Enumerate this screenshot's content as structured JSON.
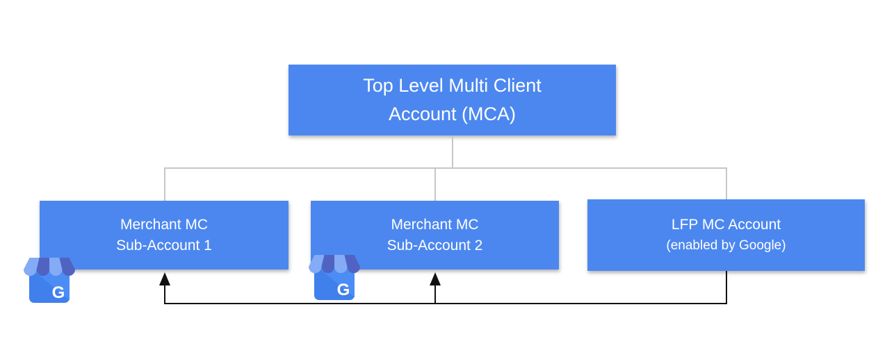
{
  "diagram": {
    "nodes": {
      "root": {
        "line1": "Top Level Multi Client",
        "line2": "Account (MCA)"
      },
      "sub1": {
        "line1": "Merchant MC",
        "line2": "Sub-Account 1"
      },
      "sub2": {
        "line1": "Merchant MC",
        "line2": "Sub-Account 2"
      },
      "lfp": {
        "line1": "LFP MC Account",
        "line2": "(enabled by Google)"
      }
    },
    "edges": {
      "tree": [
        "root->sub1",
        "root->sub2",
        "root->lfp"
      ],
      "feedback": [
        "lfp->sub1",
        "lfp->sub2"
      ]
    },
    "icons": {
      "business_icon_name": "google-my-business-icon",
      "business_letter": "G"
    },
    "colors": {
      "node_fill": "#4c87f0",
      "node_text": "#ffffff",
      "tree_line": "#c6c6c6",
      "feedback_line": "#111111",
      "icon_body": "#4080ec",
      "icon_body_light": "#4c8cf5",
      "awning_light": "#84abf5",
      "awning_dark": "#5063c2"
    }
  }
}
